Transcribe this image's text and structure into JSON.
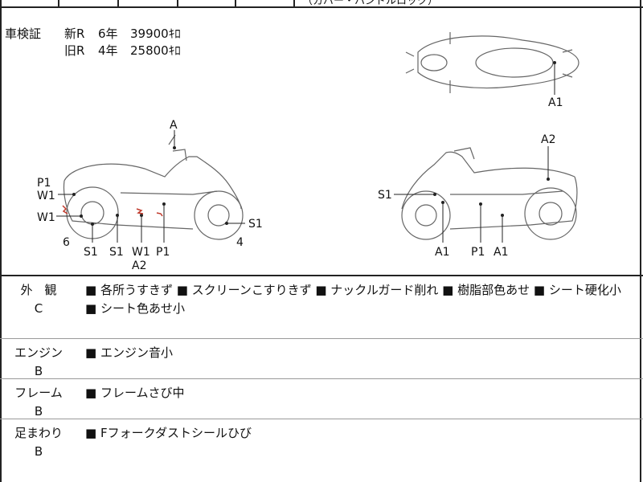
{
  "header_strip": {
    "cropped_text": "（カバー・ハンドルロック）"
  },
  "inspection": {
    "label": "車検証",
    "new": {
      "group": "新R",
      "years": "6年",
      "price": "39900ｷﾛ"
    },
    "old": {
      "group": "旧R",
      "years": "4年",
      "price": "25800ｷﾛ"
    }
  },
  "diagram_labels": {
    "A": "A",
    "A1": "A1",
    "A2": "A2",
    "P1": "P1",
    "W1": "W1",
    "S1": "S1",
    "six": "6",
    "four": "4"
  },
  "sections": [
    {
      "category": "外　観",
      "grade": "C",
      "note": "■ 各所うすきず ■ スクリーンこすりきず ■ ナックルガード削れ ■ 樹脂部色あせ ■ シート硬化小 ■ シート色あせ小"
    },
    {
      "category": "エンジン",
      "grade": "B",
      "note": "■ エンジン音小"
    },
    {
      "category": "フレーム",
      "grade": "B",
      "note": "■ フレームさび中"
    },
    {
      "category": "足まわり",
      "grade": "B",
      "note": "■ Fフォークダストシールひび"
    }
  ]
}
